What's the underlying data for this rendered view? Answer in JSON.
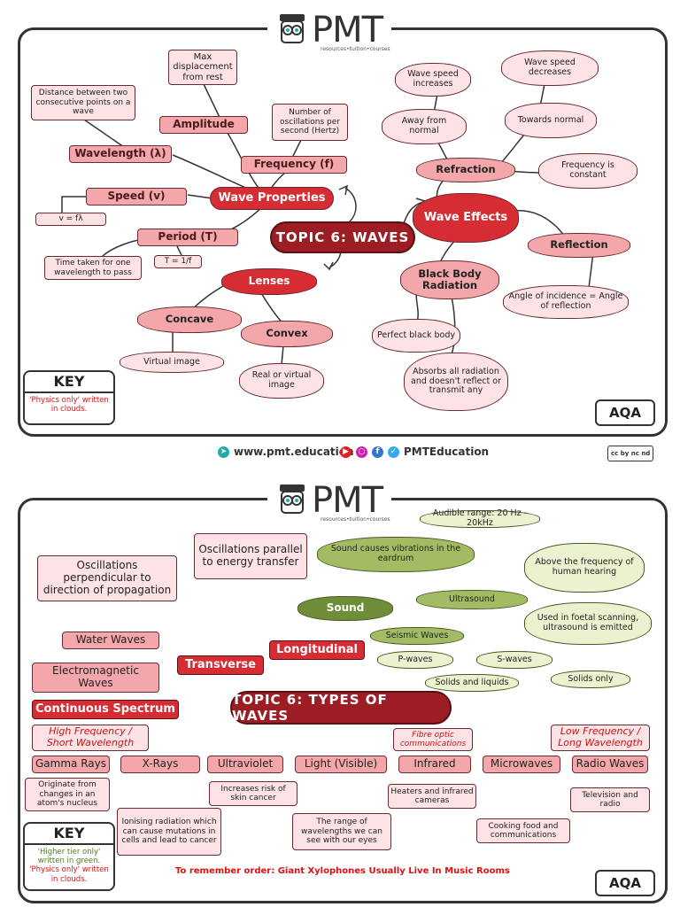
{
  "brand": {
    "name": "PMT",
    "tagline": "resources•tuition•courses",
    "board": "AQA"
  },
  "footer": {
    "website": "www.pmt.education",
    "social": "PMTEducation",
    "license": "cc by nc nd"
  },
  "top": {
    "title": "TOPIC 6: WAVES",
    "wave_properties": "Wave Properties",
    "amplitude": "Amplitude",
    "amplitude_def": "Max displacement from rest",
    "wavelength": "Wavelength (λ)",
    "wavelength_def": "Distance between two consecutive points on a wave",
    "frequency": "Frequency (f)",
    "frequency_def": "Number of oscillations per second (Hertz)",
    "speed": "Speed (v)",
    "speed_eq": "v = fλ",
    "period": "Period (T)",
    "period_eq": "T = 1/f",
    "period_def": "Time taken for one wavelength to pass",
    "lenses": "Lenses",
    "concave": "Concave",
    "concave_def": "Virtual image",
    "convex": "Convex",
    "convex_def": "Real or virtual image",
    "wave_effects": "Wave Effects",
    "refraction": "Refraction",
    "away": "Away from normal",
    "speed_inc": "Wave speed increases",
    "towards": "Towards normal",
    "speed_dec": "Wave speed decreases",
    "freq_const": "Frequency is constant",
    "reflection": "Reflection",
    "reflection_def": "Angle of incidence = Angle of reflection",
    "black_body": "Black Body Radiation",
    "perfect_bb": "Perfect black body",
    "absorbs": "Absorbs all radiation and doesn't reflect or transmit any",
    "key_title": "KEY",
    "key_line": "'Physics only' written in clouds."
  },
  "bottom": {
    "title": "TOPIC 6: TYPES OF WAVES",
    "transverse": "Transverse",
    "transverse_def": "Oscillations perpendicular to direction of propagation",
    "water": "Water Waves",
    "em": "Electromagnetic Waves",
    "continuous": "Continuous Spectrum",
    "longitudinal": "Longitudinal",
    "long_def": "Oscillations parallel to energy transfer",
    "sound": "Sound",
    "sound_vib": "Sound causes vibrations in the eardrum",
    "audible": "Audible range: 20 Hz - 20kHz",
    "ultrasound": "Ultrasound",
    "above_freq": "Above the frequency of human hearing",
    "foetal": "Used in foetal scanning, ultrasound is emitted",
    "seismic": "Seismic Waves",
    "p_waves": "P-waves",
    "s_waves": "S-waves",
    "solids_liquids": "Solids and liquids",
    "solids_only": "Solids only",
    "high_freq": "High Frequency / Short Wavelength",
    "low_freq": "Low Frequency / Long Wavelength",
    "fibre": "Fibre optic communications",
    "spectrum": [
      "Gamma Rays",
      "X-Rays",
      "Ultraviolet",
      "Light (Visible)",
      "Infrared",
      "Microwaves",
      "Radio Waves"
    ],
    "gamma_use": "Originate from changes in an atom's nucleus",
    "xray_use": "Ionising radiation which can cause mutations in cells and lead to cancer",
    "uv_use": "Increases risk of skin cancer",
    "light_use": "The range of wavelengths we can see with our eyes",
    "ir_use": "Heaters and infrared cameras",
    "micro_use": "Cooking food and communications",
    "radio_use": "Television and radio",
    "remember": "To remember order: Giant Xylophones Usually Live In Music Rooms",
    "key_title": "KEY",
    "key_green": "'Higher tier only' written in green.",
    "key_red": "'Physics only' written in clouds."
  }
}
